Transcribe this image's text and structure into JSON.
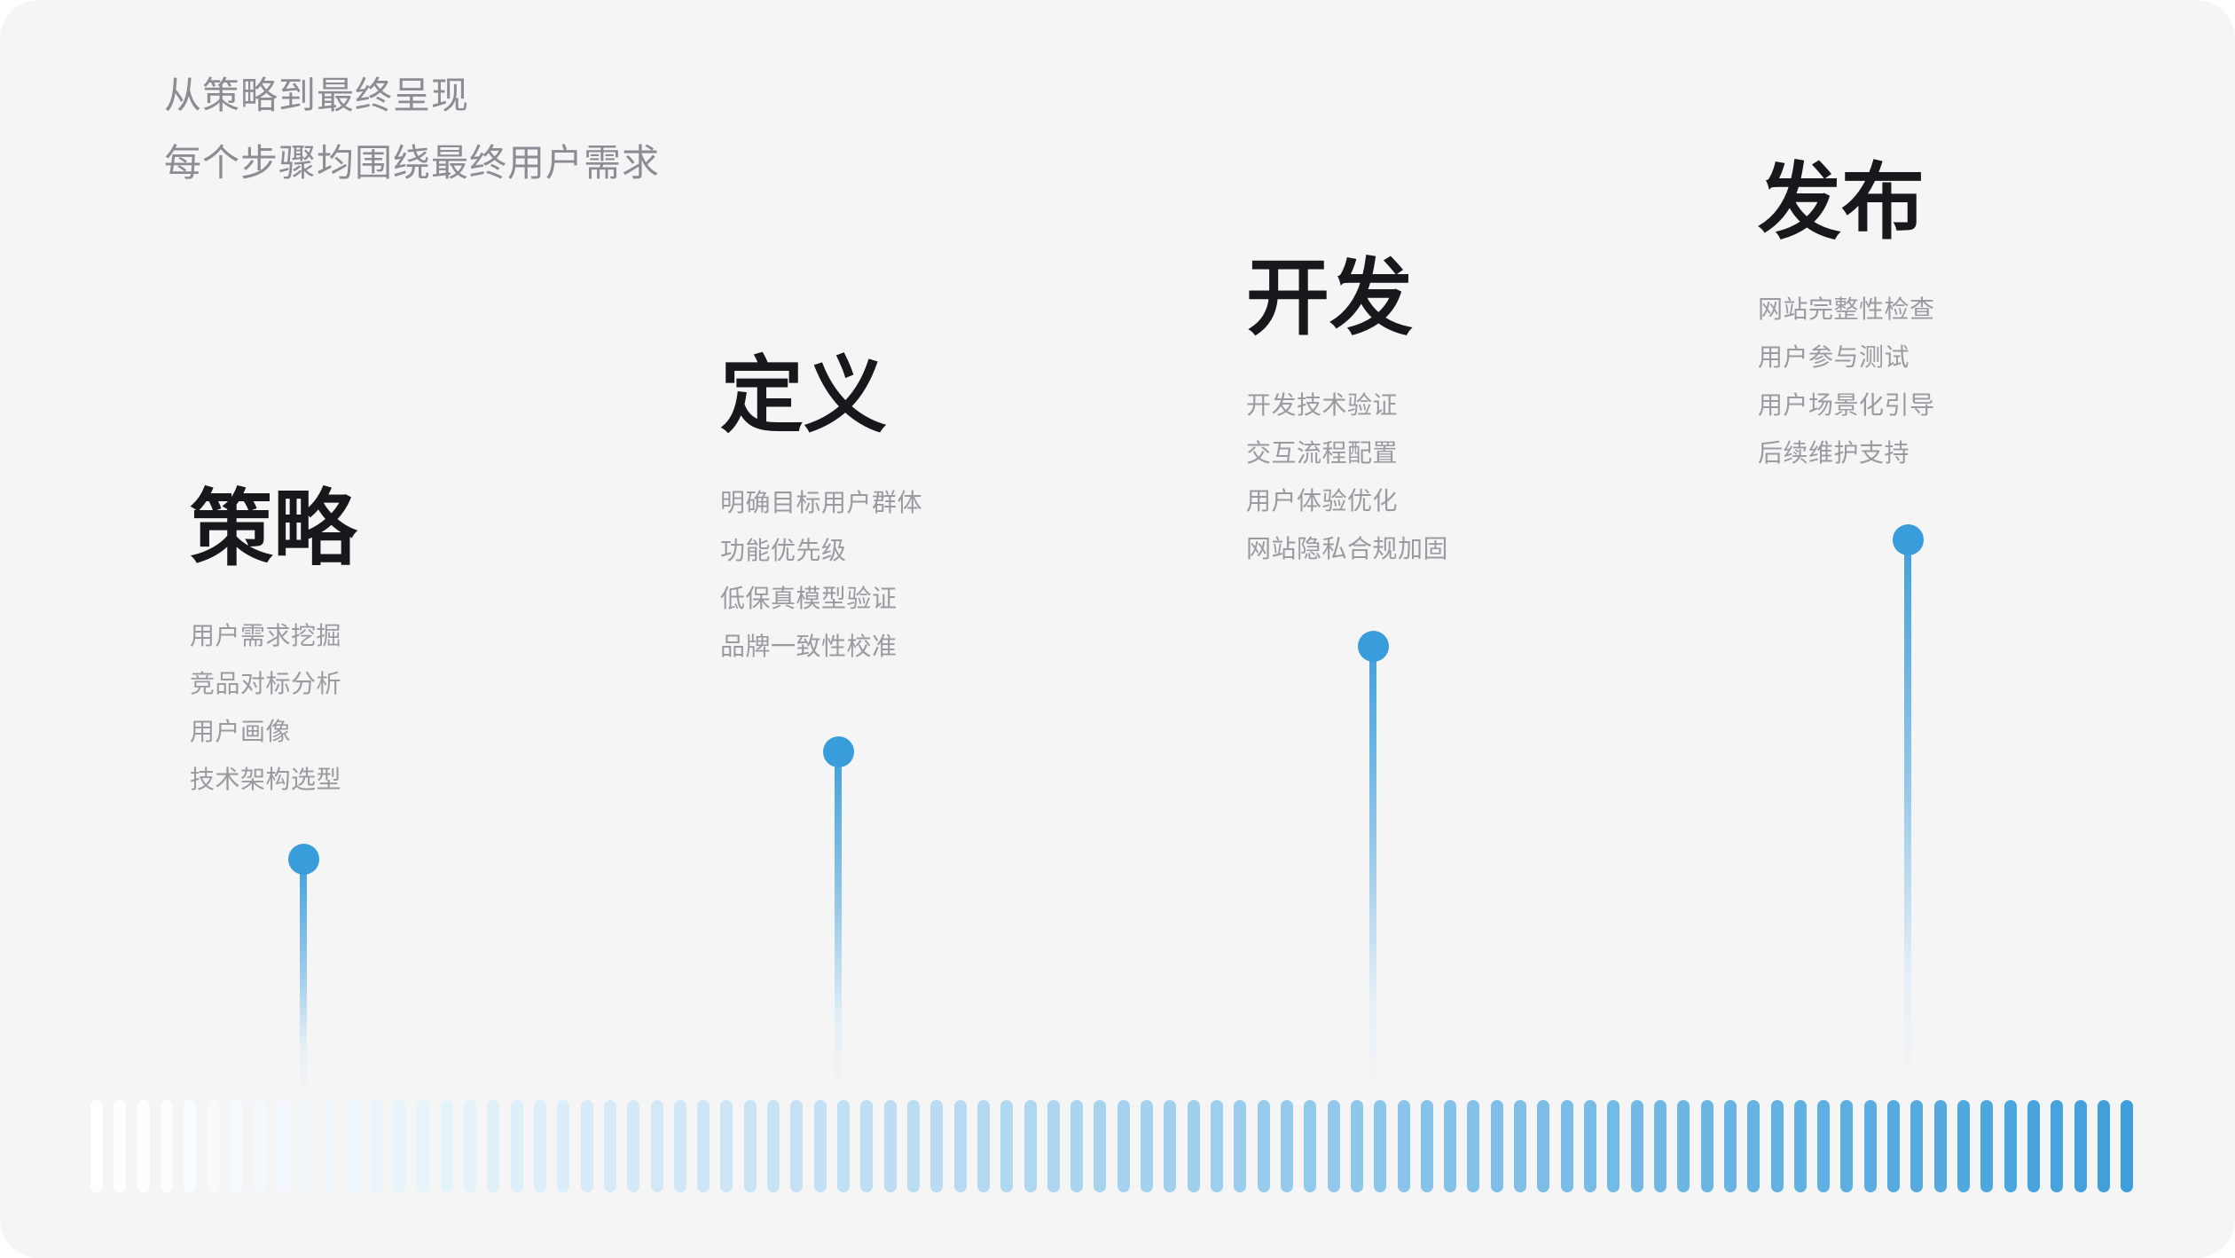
{
  "page": {
    "background_color": "#f5f5f6",
    "accent_color": "#3f9fdc",
    "title_color": "#17181b",
    "muted_text_color": "#989ba0",
    "header_text_color": "#8a8e94"
  },
  "header": {
    "line1": "从策略到最终呈现",
    "line2": "每个步骤均围绕最终用户需求"
  },
  "stages": [
    {
      "id": "strategy",
      "title": "策略",
      "items": [
        "用户需求挖掘",
        "竞品对标分析",
        "用户画像",
        "技术架构选型"
      ]
    },
    {
      "id": "define",
      "title": "定义",
      "items": [
        "明确目标用户群体",
        "功能优先级",
        "低保真模型验证",
        "品牌一致性校准"
      ]
    },
    {
      "id": "develop",
      "title": "开发",
      "items": [
        "开发技术验证",
        "交互流程配置",
        "用户体验优化",
        "网站隐私合规加固"
      ]
    },
    {
      "id": "launch",
      "title": "发布",
      "items": [
        "网站完整性检查",
        "用户参与测试",
        "用户场景化引导",
        "后续维护支持"
      ]
    }
  ],
  "timeline": {
    "bar_count": 88,
    "gradient_start": "#ffffff",
    "gradient_end": "#3f9fdc",
    "gamma": 1.12,
    "dot_color": "#389dda"
  }
}
